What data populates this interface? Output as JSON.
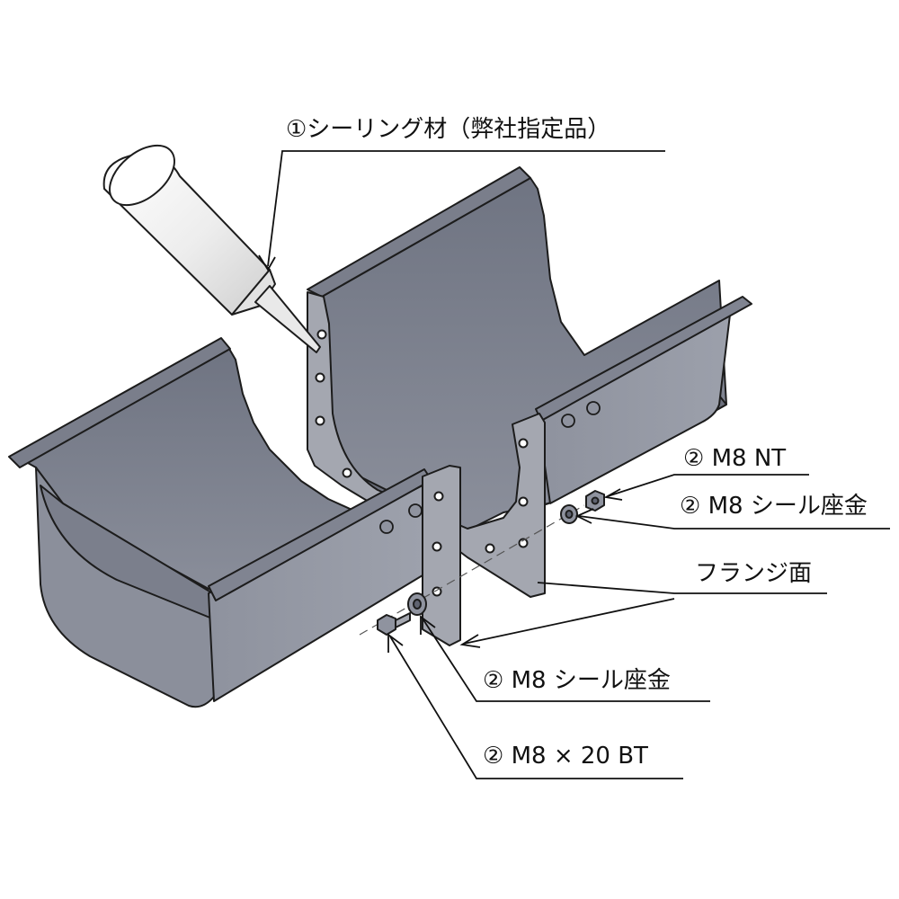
{
  "callouts": {
    "sealant": "①シーリング材（弊社指定品）",
    "nut": "② M8 NT",
    "washer_back": "② M8 シール座金",
    "flange": "フランジ面",
    "washer_front": "② M8 シール座金",
    "bolt": "② M8 × 20 BT"
  },
  "colors": {
    "steel_top": "#7d8190",
    "steel_side": "#8f939f",
    "steel_dark": "#5f6370",
    "flange": "#a4a7b0",
    "tube": "#f2f2f2",
    "outline": "#1c1c1c"
  }
}
